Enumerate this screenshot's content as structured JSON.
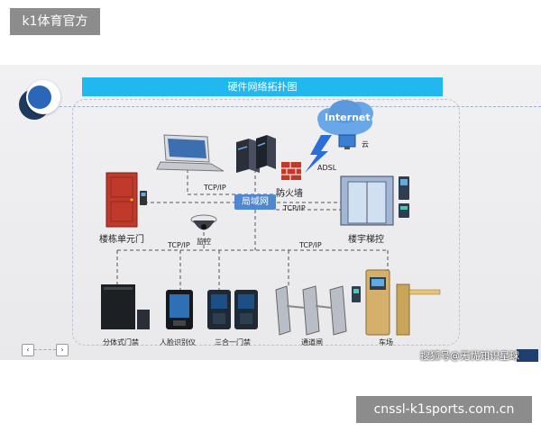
{
  "brand": {
    "text": "k1体育官方"
  },
  "slide": {
    "title": "硬件网络拓扑图",
    "nodes": {
      "internet": "Internet",
      "cloud": "云",
      "adsl": "ADSL",
      "firewall": "防火墙",
      "lan": "局域网",
      "building_door": "楼栋单元门",
      "elevator": "楼宇梯控",
      "camera": "监控",
      "split_access": "分体式门禁",
      "face_recognition": "人脸识别仪",
      "three_in_one": "三合一门禁",
      "gate_channel": "通道闸",
      "parking": "车场"
    },
    "links": {
      "tcp_top": "TCP/IP",
      "tcp_right": "TCP/IP",
      "tcp_left": "TCP/IP",
      "tcp_mid": "TCP/IP"
    }
  },
  "watermark": {
    "text": "搜狐号@无忧知识星球"
  },
  "url": {
    "text": "cnssl-k1sports.com.cn"
  },
  "colors": {
    "accent": "#21b7ef",
    "lan": "#4f88cf",
    "door": "#c0392b",
    "tag": "#8c8c8c"
  }
}
